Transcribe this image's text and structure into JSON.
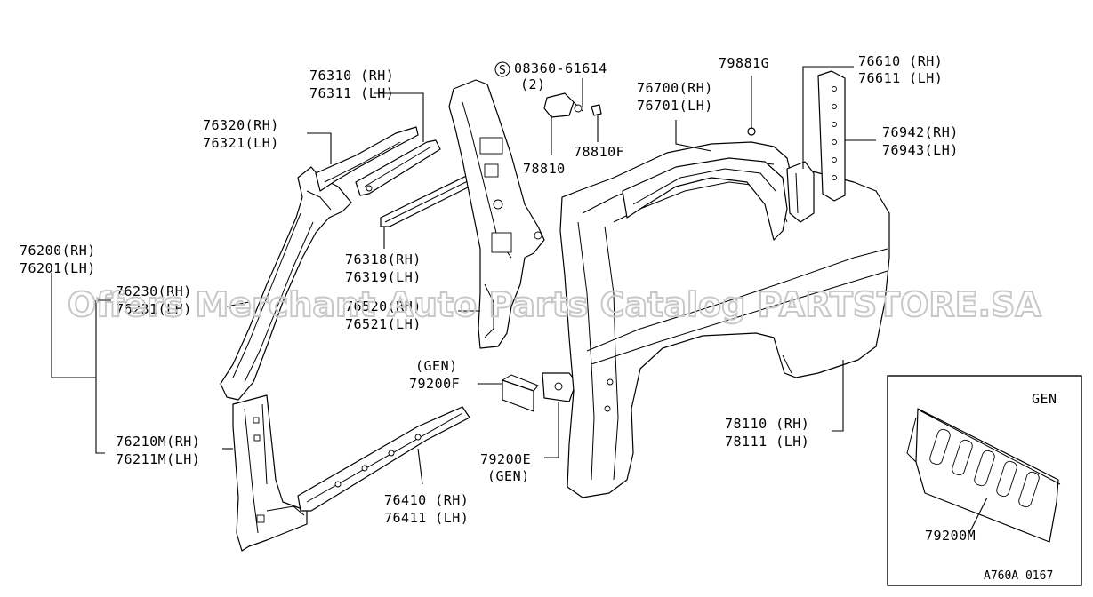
{
  "watermark": "Offers Merchant Auto Parts Catalog PARTSTORE.SA",
  "diagram_code": "A760A 0167",
  "inset": {
    "title": "GEN",
    "part": "79200M"
  },
  "labels": {
    "p76310": "76310 (RH)",
    "p76311": "76311 (LH)",
    "p76320": "76320(RH)",
    "p76321": "76321(LH)",
    "p76200": "76200(RH)",
    "p76201": "76201(LH)",
    "p76230": "76230(RH)",
    "p76231": "76231(LH)",
    "p76210": "76210M(RH)",
    "p76211": "76211M(LH)",
    "p76318": "76318(RH)",
    "p76319": "76319(LH)",
    "p76520": "76520(RH)",
    "p76521": "76521(LH)",
    "p76410": "76410 (RH)",
    "p76411": "76411 (LH)",
    "p08360": "08360-61614",
    "p08360qty": "(2)",
    "p08360sym": "S",
    "p78810": "78810",
    "p78810F": "78810F",
    "p76700": "76700(RH)",
    "p76701": "76701(LH)",
    "p79881G": "79881G",
    "p76610": "76610 (RH)",
    "p76611": "76611 (LH)",
    "p76942": "76942(RH)",
    "p76943": "76943(LH)",
    "p79200Fgen": "(GEN)",
    "p79200F": "79200F",
    "p79200E": "79200E",
    "p79200Egen": "(GEN)",
    "p78110": "78110 (RH)",
    "p78111": "78111 (LH)"
  }
}
